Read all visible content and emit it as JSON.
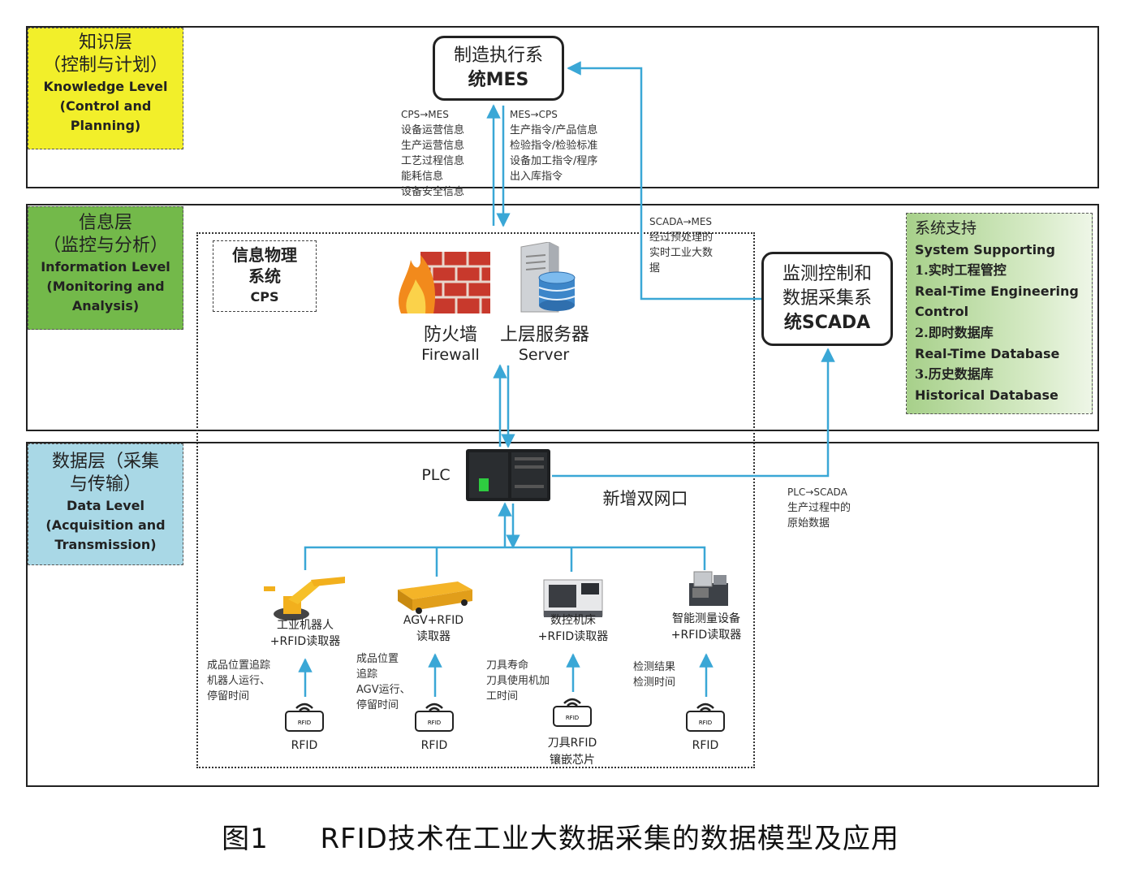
{
  "layers": {
    "knowledge": {
      "zh": "知识层",
      "zh2": "（控制与计划）",
      "en1": "Knowledge Level",
      "en2": "(Control and",
      "en3": "Planning)",
      "color": "#f2ef2a"
    },
    "information": {
      "zh": "信息层",
      "zh2": "（监控与分析）",
      "en1": "Information Level",
      "en2": "(Monitoring and",
      "en3": "Analysis)",
      "color": "#73b94a"
    },
    "data": {
      "zh": "数据层（采集",
      "zh2": "与传输）",
      "en1": "Data Level",
      "en2": "(Acquisition and",
      "en3": "Transmission)",
      "color": "#a9d8e6"
    }
  },
  "mes": {
    "line1": "制造执行系",
    "line2": "统MES"
  },
  "cps_to_mes": {
    "header": "CPS→MES",
    "items": [
      "设备运营信息",
      "生产运营信息",
      "工艺过程信息",
      "能耗信息",
      "设备安全信息"
    ]
  },
  "mes_to_cps": {
    "header": "MES→CPS",
    "items": [
      "生产指令/产品信息",
      "检验指令/检验标准",
      "设备加工指令/程序",
      "出入库指令"
    ]
  },
  "scada_to_mes": {
    "header": "SCADA→MES",
    "items": [
      "经过预处理的",
      "实时工业大数",
      "据"
    ]
  },
  "scada": {
    "line1": "监测控制和",
    "line2": "数据采集系",
    "line3": "统SCADA"
  },
  "cps": {
    "line1": "信息物理",
    "line2": "系统",
    "line3": "CPS"
  },
  "firewall": {
    "zh": "防火墙",
    "en": "Firewall"
  },
  "server": {
    "zh": "上层服务器",
    "en": "Server"
  },
  "support": {
    "title": "系统支持",
    "en": "System Supporting",
    "items": [
      "1.实时工程管控",
      "Real-Time Engineering",
      "Control",
      "2.即时数据库",
      "Real-Time Database",
      "3.历史数据库",
      "Historical Database"
    ],
    "color": "#c8e2b0"
  },
  "plc": {
    "label": "PLC",
    "port_label": "新增双网口"
  },
  "plc_to_scada": {
    "header": "PLC→SCADA",
    "items": [
      "生产过程中的",
      "原始数据"
    ]
  },
  "devices": [
    {
      "line1": "工业机器人",
      "line2": "+RFID读取器",
      "info": [
        "成品位置追踪",
        "机器人运行、",
        "停留时间"
      ],
      "rfid": "RFID",
      "rfid2": ""
    },
    {
      "line1": "AGV+RFID",
      "line2": "读取器",
      "info": [
        "成品位置",
        "追踪",
        "AGV运行、",
        "停留时间"
      ],
      "rfid": "RFID",
      "rfid2": ""
    },
    {
      "line1": "数控机床",
      "line2": "+RFID读取器",
      "info": [
        "刀具寿命",
        "刀具使用机加",
        "工时间"
      ],
      "rfid": "刀具RFID",
      "rfid2": "镶嵌芯片"
    },
    {
      "line1": "智能测量设备",
      "line2": "+RFID读取器",
      "info": [
        "检测结果",
        "检测时间"
      ],
      "rfid": "RFID",
      "rfid2": ""
    }
  ],
  "caption": {
    "fig": "图1",
    "text": "RFID技术在工业大数据采集的数据模型及应用"
  },
  "colors": {
    "arrow": "#3aa7d6",
    "border": "#222222"
  }
}
